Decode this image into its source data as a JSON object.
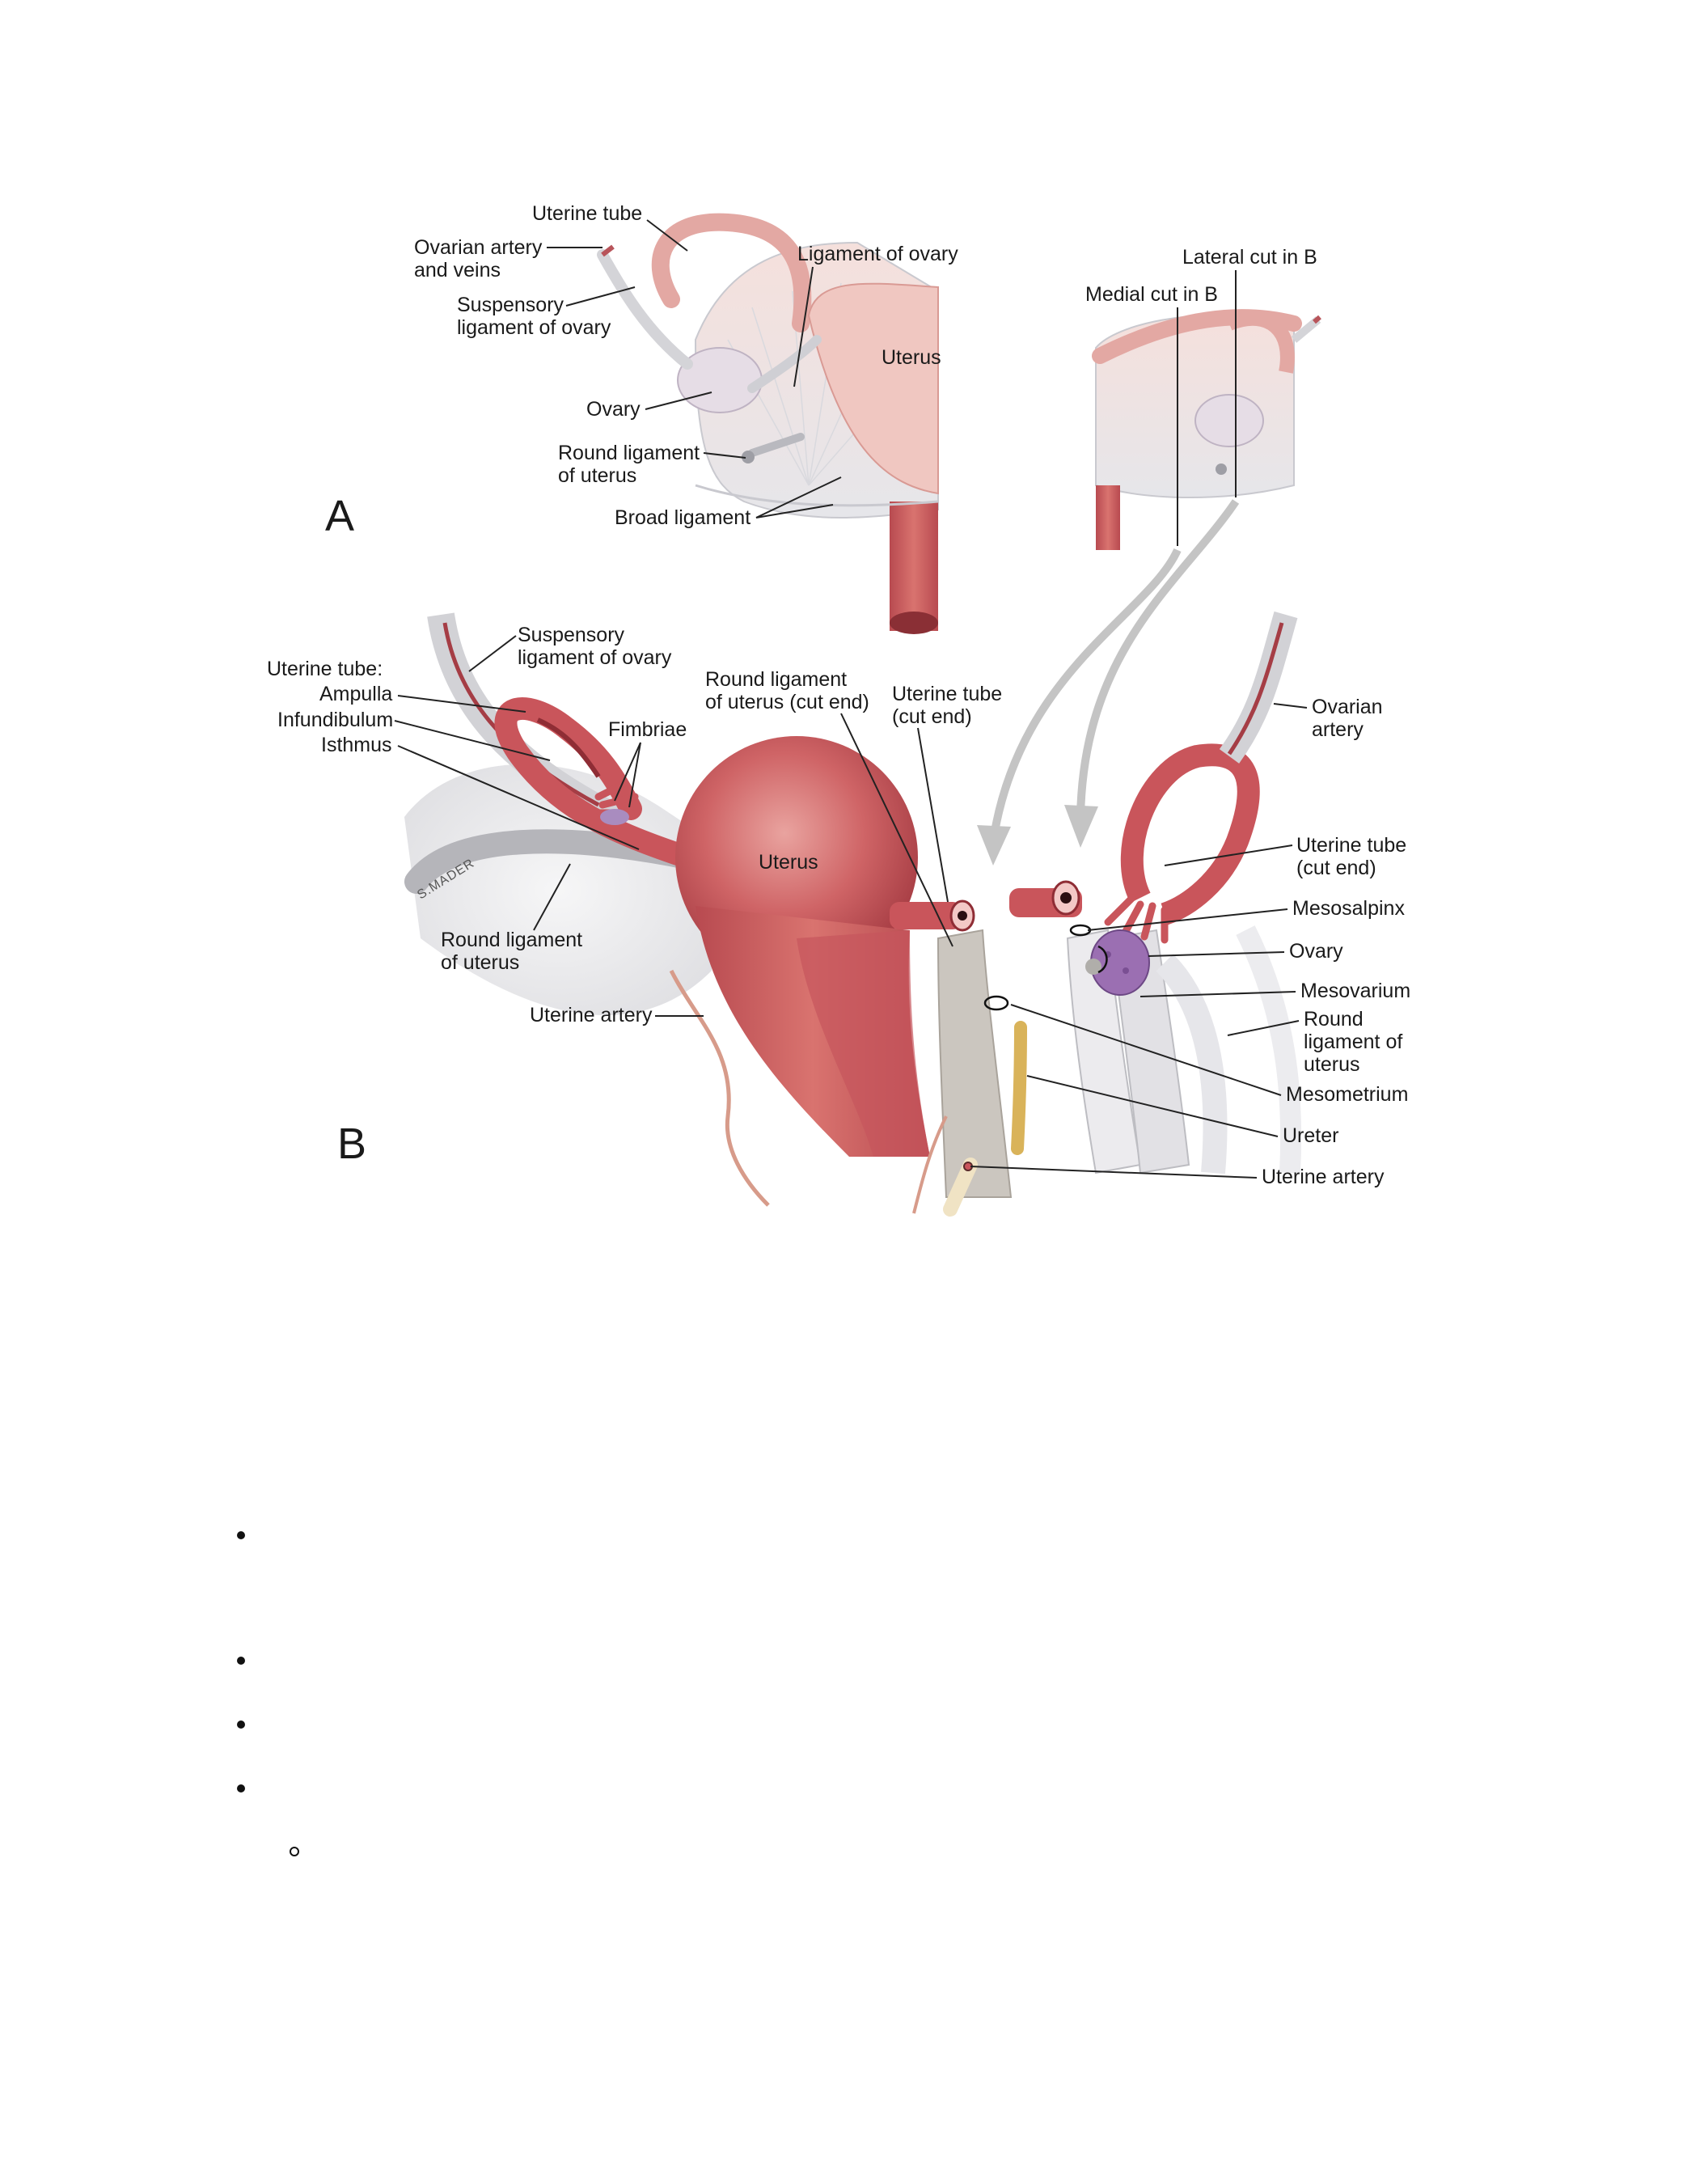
{
  "panel_a": {
    "letter": "A",
    "labels": {
      "uterine_tube": "Uterine tube",
      "ovarian_artery_1": "Ovarian artery",
      "ovarian_artery_2": "and veins",
      "suspensory_1": "Suspensory",
      "suspensory_2": "ligament of ovary",
      "ligament_of_ovary": "Ligament of ovary",
      "uterus": "Uterus",
      "ovary": "Ovary",
      "round_lig_1": "Round ligament",
      "round_lig_2": "of uterus",
      "broad_ligament": "Broad ligament",
      "lateral_cut": "Lateral cut in B",
      "medial_cut": "Medial cut in B"
    }
  },
  "panel_b": {
    "letter": "B",
    "labels": {
      "suspensory_1": "Suspensory",
      "suspensory_2": "ligament of ovary",
      "uterine_tube_head": "Uterine tube:",
      "ampulla": "Ampulla",
      "infundibulum": "Infundibulum",
      "isthmus": "Isthmus",
      "fimbriae": "Fimbriae",
      "round_lig_cut_1": "Round ligament",
      "round_lig_cut_2": "of uterus (cut end)",
      "tube_cut_1": "Uterine tube",
      "tube_cut_2": "(cut end)",
      "uterus": "Uterus",
      "round_lig_1": "Round ligament",
      "round_lig_2": "of uterus",
      "uterine_artery_left": "Uterine artery",
      "ovarian_artery_1": "Ovarian",
      "ovarian_artery_2": "artery",
      "tube_cut_right_1": "Uterine tube",
      "tube_cut_right_2": "(cut end)",
      "mesosalpinx": "Mesosalpinx",
      "ovary": "Ovary",
      "mesovarium": "Mesovarium",
      "round_lig_right_1": "Round",
      "round_lig_right_2": "ligament of",
      "round_lig_right_3": "uterus",
      "mesometrium": "Mesometrium",
      "ureter": "Ureter",
      "uterine_artery_right": "Uterine artery",
      "signature": "S.MADER"
    }
  },
  "colors": {
    "tissue_pink": "#c9555b",
    "tissue_light": "#f2c9c4",
    "peritoneum": "#dcdcde",
    "ovary_purple": "#9b6fb2",
    "ureter_yellow": "#d9b35a",
    "cut_gray": "#c8c4bc",
    "arrow_gray": "#bdbdbd"
  }
}
